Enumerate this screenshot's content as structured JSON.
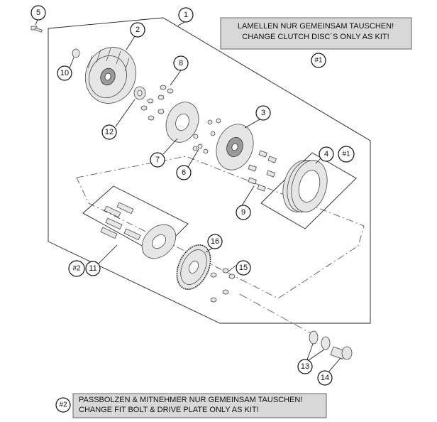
{
  "notes": {
    "kit1_line1": "LAMELLEN NUR GEMEINSAM TAUSCHEN!",
    "kit1_line2": "CHANGE CLUTCH DISC´S ONLY AS KIT!",
    "kit1_ref": "#1",
    "kit2_ref": "#2",
    "kit2_line1": "PASSBOLZEN & MITNEHMER NUR GEMEINSAM TAUSCHEN!",
    "kit2_line2": "CHANGE FIT BOLT & DRIVE PLATE ONLY AS KIT!"
  },
  "callouts": {
    "c1": "1",
    "c2": "2",
    "c3": "3",
    "c4": "4",
    "c5": "5",
    "c6": "6",
    "c7": "7",
    "c8": "8",
    "c9": "9",
    "c10": "10",
    "c11": "11",
    "c12": "12",
    "c13": "13",
    "c14": "14",
    "c15": "15",
    "c16": "16",
    "kit_ref_4": "#1",
    "kit_ref_11": "#2"
  }
}
